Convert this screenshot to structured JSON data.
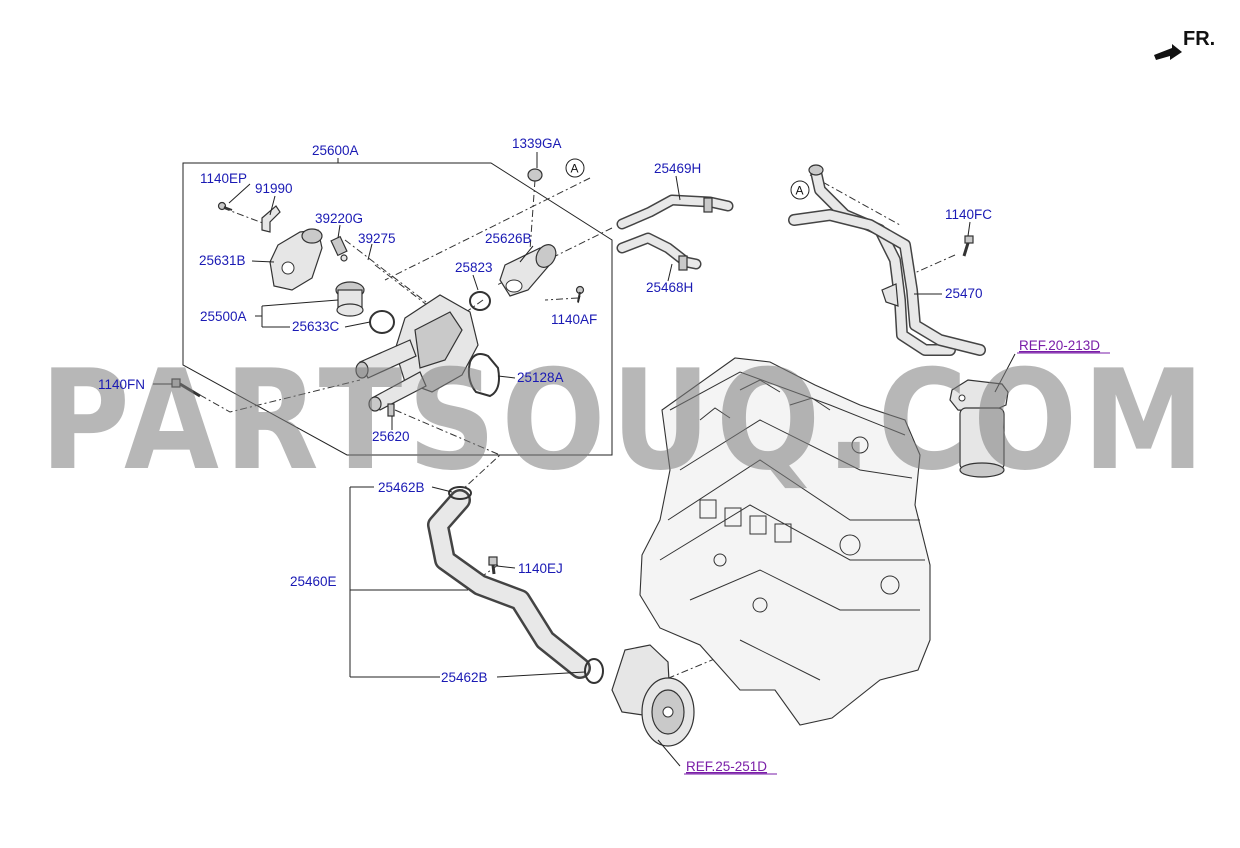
{
  "orientation_label": "FR.",
  "watermark": "PARTSOUQ.COM",
  "callout_marker": "A",
  "parts": {
    "p25600A": "25600A",
    "p1339GA": "1339GA",
    "p1140EP": "1140EP",
    "p91990": "91990",
    "p39220G": "39220G",
    "p39275": "39275",
    "p25626B": "25626B",
    "p25631B": "25631B",
    "p25823": "25823",
    "p25500A": "25500A",
    "p25633C": "25633C",
    "p1140AF": "1140AF",
    "p25469H": "25469H",
    "p25468H": "25468H",
    "p1140FC": "1140FC",
    "p25470": "25470",
    "p1140FN": "1140FN",
    "p25128A": "25128A",
    "p25620": "25620",
    "p25462B_top": "25462B",
    "p25460E": "25460E",
    "p1140EJ": "1140EJ",
    "p25462B_bottom": "25462B"
  },
  "references": {
    "ref_oil_cooler": "REF.20-213D",
    "ref_water_pump": "REF.25-251D"
  }
}
